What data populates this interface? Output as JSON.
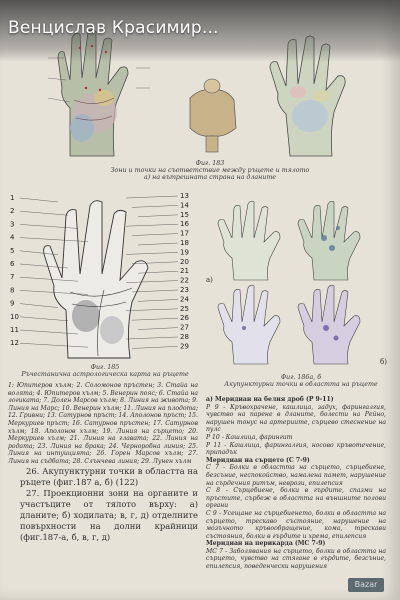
{
  "overlay": {
    "seller_name": "Венцислав Красимир..."
  },
  "figure_183": {
    "caption_num": "Фиг. 183",
    "caption_line1": "Зони и точки на съответствие между ръцете и тялото",
    "caption_line2": "а) на вътрешната страна на дланите"
  },
  "figure_185": {
    "numbers_left": [
      "1",
      "2",
      "3",
      "4",
      "5",
      "6",
      "7",
      "8",
      "9",
      "10",
      "11",
      "12"
    ],
    "numbers_right": [
      "13",
      "14",
      "15",
      "16",
      "17",
      "18",
      "19",
      "20",
      "21",
      "22",
      "23",
      "24",
      "25",
      "26",
      "27",
      "28",
      "29"
    ],
    "caption_num": "Фиг. 185",
    "caption_title": "Ръчестанична астрологическа карта на ръцете",
    "legend": "1: Юпитеров хълм; 2. Соломонов пръстен; 3. Стайа на волята; 4. Юпитеров хълм; 5. Венерин пояс; 6. Стайа на логиката; 7. Долен Марсов хълм; 8. Линия на живота; 9. Линия на Марс; 10. Венерин хълм; 11. Линия на плодоmа; 12. Гривни; 13. Сатурнов пръст; 14. Аполонов пръст; 15. Меркуриев пръст; 16. Сатурнов пръстен; 17. Сатурнов хълм; 18. Аполонов хълм; 19. Линия на сърцето; 20. Меркуриев хълм; 21. Линия на главата; 22. Линия на родата; 23. Линия на брака; 24. Черноробна линия; 25. Линия на интуицията; 26. Горен Марсов хълм; 27. Линия на съдбата; 28. Слънчева линия; 29. Лунен хълм"
  },
  "figure_186": {
    "label_a": "а)",
    "label_b": "б)",
    "caption_num": "Фиг. 186а, б",
    "caption_title": "Акупунктурни точки в областта на ръцете"
  },
  "left_text": {
    "section": "26. Акупунктурни точки в областта на ръцете (фиг.187 а, б) (122)",
    "para": "27. Проекционни зони на органите и участъците от тялото върху: а) дланите; б) ходилата; в, г, д) отделните повърхности на долни крайници (фиг.187-а, б, в, г, д)"
  },
  "right_text": {
    "heading1": "а) Меридиан на белия дроб (P 9-11)",
    "p1": "P 9 - Кръвохрачене, кашлица, задух, фарингалгия, чувство на парене в дланите, болести на Рейно, нарушен тонус на артериите, сърцево стеснение на пулс",
    "p2": "P 10 - Кашлица, фарингит",
    "p3": "P 11 - Кашлица, фарингалгия, носово кръвотечение, припадък",
    "heading2": "Меридиан на сърцето (C 7-9)",
    "p4": "C 7 - Болки в областта на сърцето, сърцебиене, безсъние, неспокойство, намалена памет, нарушение на сърдечния ритъм, неврози, епилепсия",
    "p5": "C 8 - Сърцебиене, болки в гърдите, спазми на пръстите, сърбеж в областта на външните полови органи",
    "p6": "C 9 - Усещане на сърцебиенето, болки в областта на сърцето, трескаво състояние, нарушение на мозъчното кръвообращение, кома, трескави състояния, болки в гърдите и хрема, епилепсия",
    "heading3": "Меридиан на перикарда (MC 7-9)",
    "p7": "MC 7 - Заболявания на сърцето, болки в областта на сърцето, чувство на стягане в гърдите, безсъние, епилепсия, поведенчески нарушения"
  },
  "watermark": {
    "text": "Bazar"
  }
}
